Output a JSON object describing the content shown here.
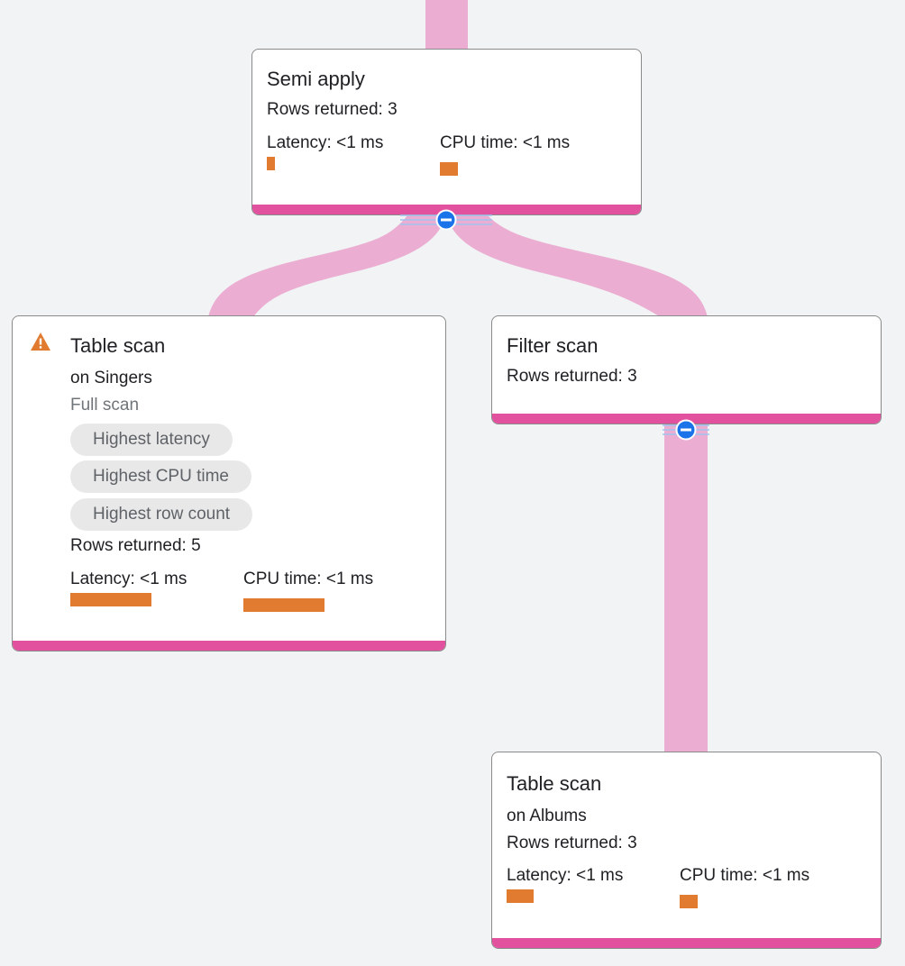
{
  "colors": {
    "background": "#f1f3f4",
    "edge": "#ebaed2",
    "node_accent": "#e2519e",
    "metric_bar": "#e07b2f",
    "warning": "#e07b2f",
    "toggle": "#1a73e8"
  },
  "nodes": {
    "semi_apply": {
      "title": "Semi apply",
      "rows_returned": "Rows returned: 3",
      "latency": "Latency: <1 ms",
      "cpu_time": "CPU time: <1 ms",
      "latency_fraction": 0.1,
      "cpu_fraction": 0.22
    },
    "table_scan_singers": {
      "title": "Table scan",
      "target": "on Singers",
      "scan_type": "Full scan",
      "warning_icon": "warning-triangle-icon",
      "chips": [
        "Highest latency",
        "Highest CPU time",
        "Highest row count"
      ],
      "rows_returned": "Rows returned: 5",
      "latency": "Latency: <1 ms",
      "cpu_time": "CPU time: <1 ms",
      "latency_fraction": 1.0,
      "cpu_fraction": 1.0
    },
    "filter_scan": {
      "title": "Filter scan",
      "rows_returned": "Rows returned: 3"
    },
    "table_scan_albums": {
      "title": "Table scan",
      "target": "on Albums",
      "rows_returned": "Rows returned: 3",
      "latency": "Latency: <1 ms",
      "cpu_time": "CPU time: <1 ms",
      "latency_fraction": 0.33,
      "cpu_fraction": 0.22
    }
  },
  "toggles": {
    "semi_apply": "minus-circle-icon",
    "filter_scan": "minus-circle-icon"
  }
}
